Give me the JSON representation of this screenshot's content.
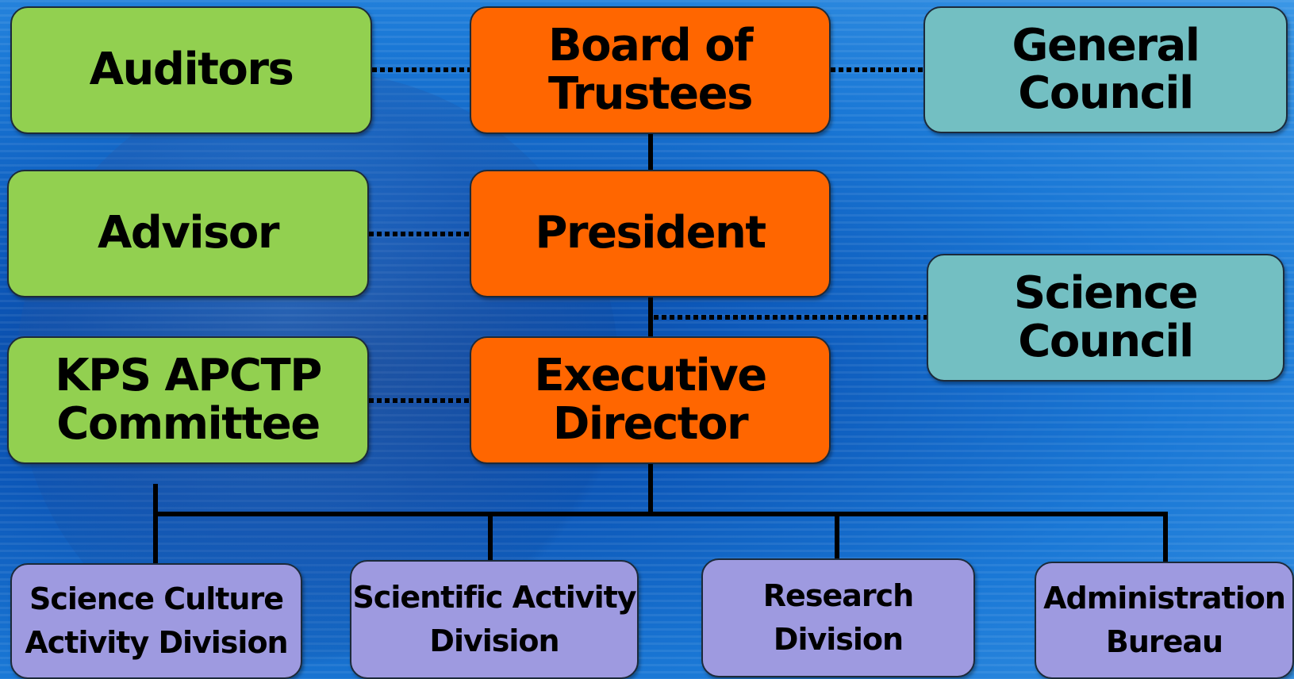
{
  "orgchart": {
    "auditors": "Auditors",
    "board": {
      "line1": "Board of",
      "line2": "Trustees"
    },
    "general_council": {
      "line1": "General",
      "line2": "Council"
    },
    "advisor": "Advisor",
    "president": "President",
    "science_council": {
      "line1": "Science",
      "line2": "Council"
    },
    "kps_committee": {
      "line1": "KPS APCTP",
      "line2": "Committee"
    },
    "executive_director": {
      "line1": "Executive",
      "line2": "Director"
    },
    "divisions": [
      {
        "line1": "Science Culture",
        "line2": "Activity Division"
      },
      {
        "line1": "Scientific Activity",
        "line2": "Division"
      },
      {
        "line1": "Research",
        "line2": "Division"
      },
      {
        "line1": "Administration",
        "line2": "Bureau"
      }
    ]
  },
  "colors": {
    "advisory_boxes": "#92d050",
    "leadership_boxes": "#ff6600",
    "council_boxes": "#73bfc2",
    "division_boxes": "#9e9ae0"
  }
}
